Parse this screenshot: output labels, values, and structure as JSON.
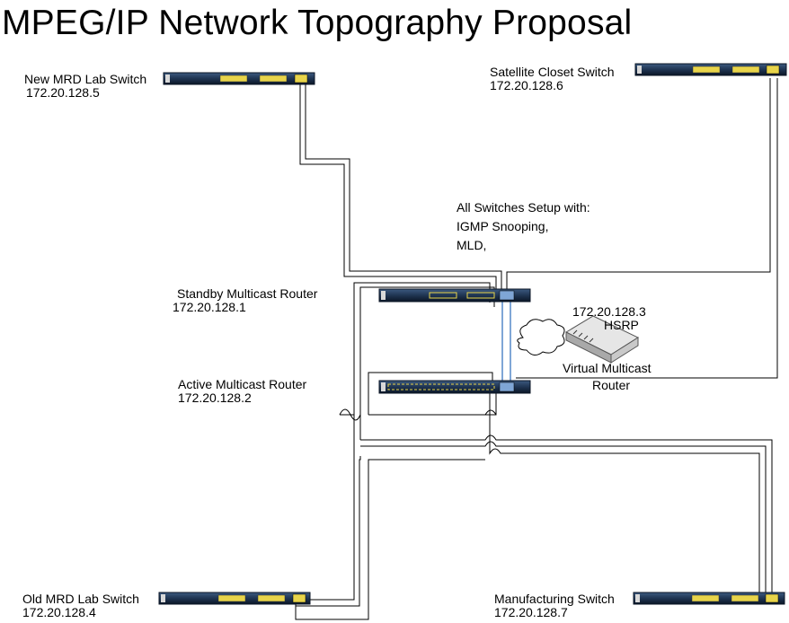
{
  "title": "MPEG/IP Network Topography Proposal",
  "devices": {
    "new_mrd": {
      "name": "New MRD Lab Switch",
      "ip": "172.20.128.5"
    },
    "satellite": {
      "name": "Satellite Closet Switch",
      "ip": "172.20.128.6"
    },
    "standby": {
      "name": "Standby Multicast Router",
      "ip": "172.20.128.1"
    },
    "active": {
      "name": "Active Multicast Router",
      "ip": "172.20.128.2"
    },
    "old_mrd": {
      "name": "Old MRD Lab Switch",
      "ip": "172.20.128.4"
    },
    "manufacturing": {
      "name": "Manufacturing Switch",
      "ip": "172.20.128.7"
    }
  },
  "virtual_router": {
    "ip": "172.20.128.3",
    "protocol": "HSRP",
    "name_line1": "Virtual Multicast",
    "name_line2": "Router"
  },
  "note": {
    "line1": "All Switches Setup with:",
    "line2": "IGMP Snooping,",
    "line3": "MLD,"
  },
  "colors": {
    "device_body": "#1f3552",
    "device_edge": "#0b1626",
    "port_yellow": "#e8d44a",
    "crosslink": "#7fa6d6",
    "wire": "#000000"
  }
}
